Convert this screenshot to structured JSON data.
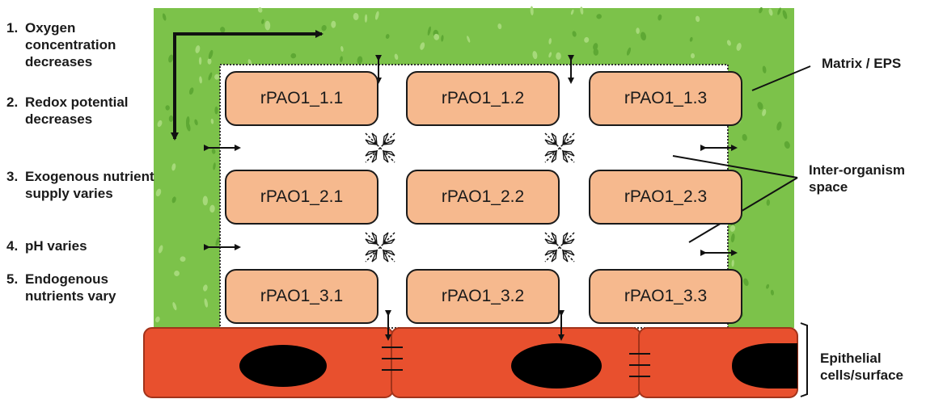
{
  "factors": [
    {
      "num": "1.",
      "text": "Oxygen concentration decreases"
    },
    {
      "num": "2.",
      "text": "Redox potential decreases"
    },
    {
      "num": "3.",
      "text": "Exogenous nutrient supply varies"
    },
    {
      "num": "4.",
      "text": "pH varies"
    },
    {
      "num": "5.",
      "text": "Endogenous nutrients vary"
    }
  ],
  "cells": [
    [
      "rPAO1_1.1",
      "rPAO1_1.2",
      "rPAO1_1.3"
    ],
    [
      "rPAO1_2.1",
      "rPAO1_2.2",
      "rPAO1_2.3"
    ],
    [
      "rPAO1_3.1",
      "rPAO1_3.2",
      "rPAO1_3.3"
    ]
  ],
  "labels": {
    "matrix": "Matrix / EPS",
    "inter_organism": "Inter-organism space",
    "epithelial": "Epithelial cells/surface"
  },
  "colors": {
    "matrix_green": "#7cc24a",
    "cell_fill": "#f6b98e",
    "epithelium_red": "#e8502e",
    "nucleus": "#000000"
  }
}
